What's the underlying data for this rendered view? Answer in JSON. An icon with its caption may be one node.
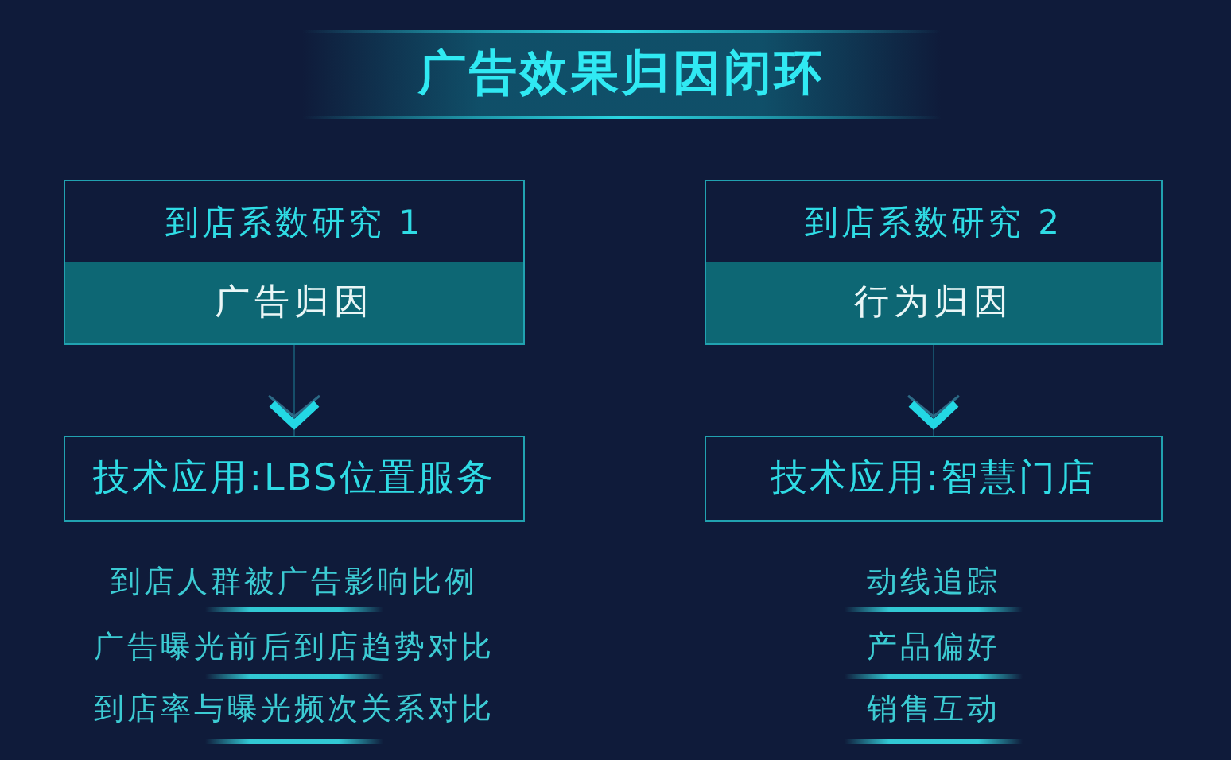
{
  "diagram": {
    "title": "广告效果归因闭环",
    "nodes": [
      {
        "text": [
          "到店系数研究 1",
          "广告归因"
        ]
      },
      {
        "text": [
          "到店系数研究 2",
          "行为归因"
        ]
      },
      {
        "text": [
          "技术应用:LBS位置服务"
        ]
      },
      {
        "text": [
          "技术应用:智慧门店"
        ]
      }
    ],
    "edges": [
      {
        "from": 0,
        "to": 2,
        "arrow": "to"
      },
      {
        "from": 1,
        "to": 3,
        "arrow": "to"
      }
    ],
    "labels": [
      "到店人群被广告影响比例",
      "动线追踪",
      "广告曝光前后到店趋势对比",
      "产品偏好",
      "到店率与曝光频次关系对比",
      "销售互动"
    ]
  }
}
